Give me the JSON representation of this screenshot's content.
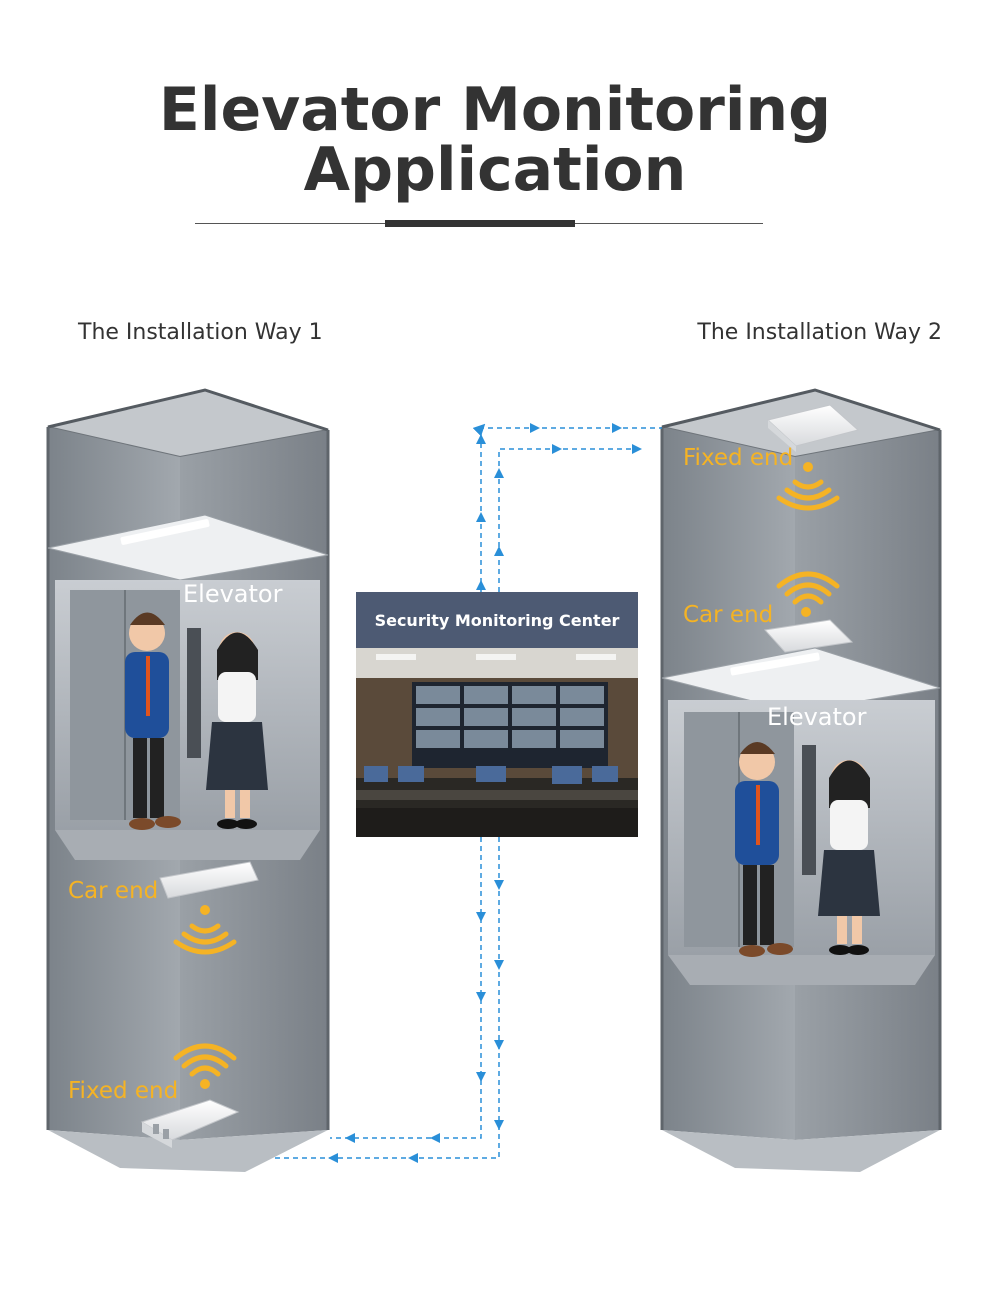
{
  "header": {
    "title_line1": "Elevator Monitoring",
    "title_line2": "Application"
  },
  "captions": {
    "way1": "The Installation Way 1",
    "way2": "The Installation Way 2"
  },
  "way1": {
    "elevator_label": "Elevator",
    "car_end_label": "Car end",
    "fixed_end_label": "Fixed end"
  },
  "way2": {
    "fixed_end_label": "Fixed end",
    "car_end_label": "Car end",
    "elevator_label": "Elevator"
  },
  "center": {
    "title": "Security Monitoring Center"
  },
  "colors": {
    "title": "#333333",
    "label_orange": "#f5b324",
    "link_blue": "#2a8fd8",
    "shaft_gray": "#8e959c",
    "center_header": "#4d5a73"
  },
  "icons": [
    "wifi-signal-icon",
    "cpe-device-icon",
    "person-icon"
  ]
}
